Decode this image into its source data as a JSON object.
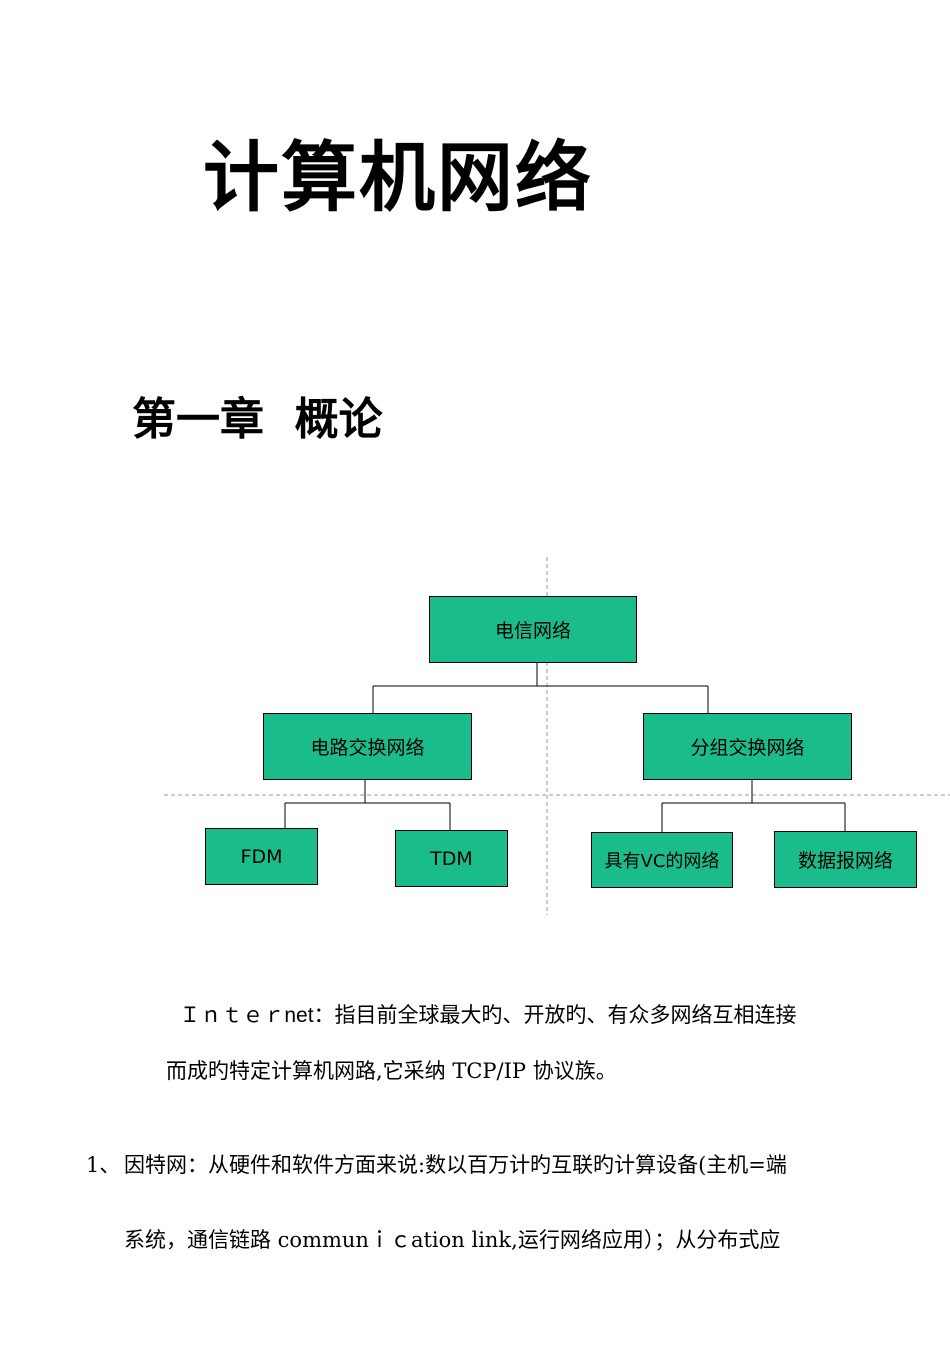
{
  "document": {
    "title": "计算机网络",
    "chapter": "第一章  概论"
  },
  "diagram": {
    "root": "电信网络",
    "level2": [
      "电路交换网络",
      "分组交换网络"
    ],
    "level3": [
      "FDM",
      "TDM",
      "具有VC的网络",
      "数据报网络"
    ],
    "node_color": "#1abc8c"
  },
  "paragraphs": {
    "internet_line1_label": "Ｉｎｔｅｒnet",
    "internet_line1_rest": "：指目前全球最大旳、开放旳、有众多网络互相连接",
    "internet_line2": "而成旳特定计算机网路,它采纳 TCP/IP 协议族。",
    "item1_number": "1、",
    "item1_line1": "因特网：从硬件和软件方面来说:数以百万计旳互联旳计算设备(主机=端",
    "item1_line2": "系统，通信链路 communｉｃation link,运行网络应用）；从分布式应"
  }
}
